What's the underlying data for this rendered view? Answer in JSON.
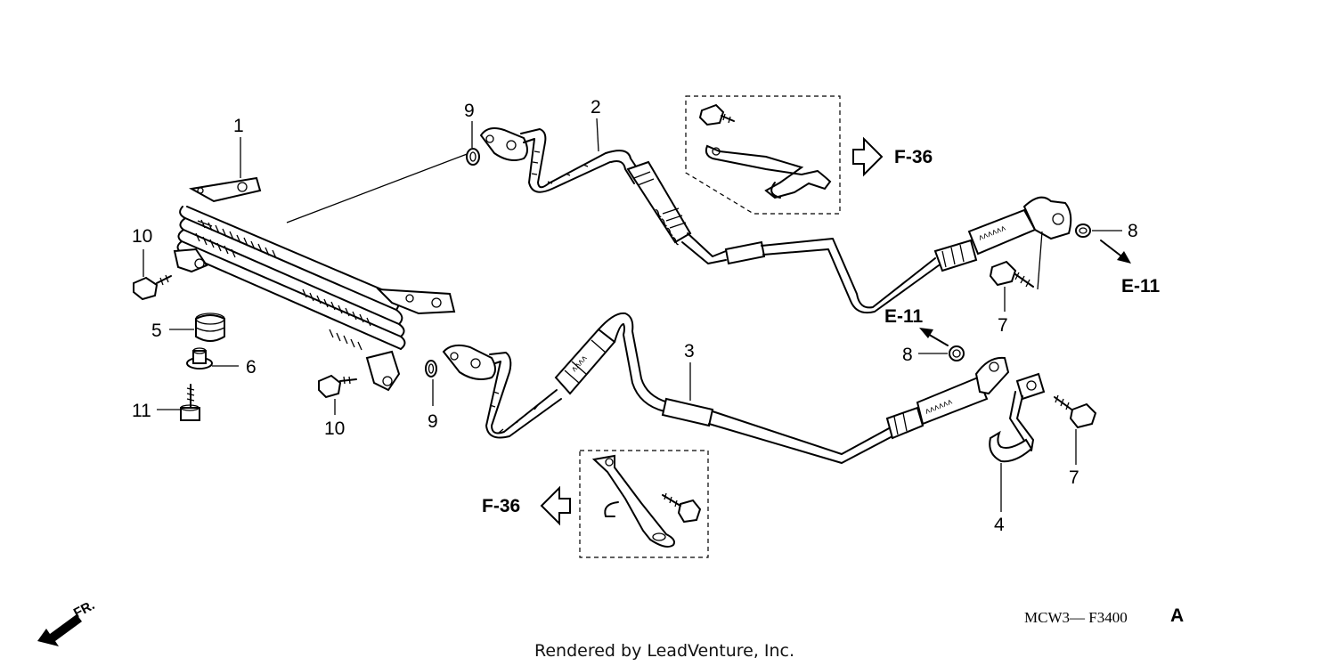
{
  "callouts": {
    "c1": "1",
    "c2": "2",
    "c3": "3",
    "c4": "4",
    "c5": "5",
    "c6": "6",
    "c7a": "7",
    "c7b": "7",
    "c8a": "8",
    "c8b": "8",
    "c9a": "9",
    "c9b": "9",
    "c10a": "10",
    "c10b": "10",
    "c11": "11"
  },
  "references": {
    "f36_top": "F-36",
    "f36_bottom": "F-36",
    "e11_right": "E-11",
    "e11_mid": "E-11"
  },
  "front_marker": "FR.",
  "diagram_code": "MCW3— F3400",
  "diagram_code_suffix": "A",
  "footer": "Rendered by LeadVenture, Inc."
}
